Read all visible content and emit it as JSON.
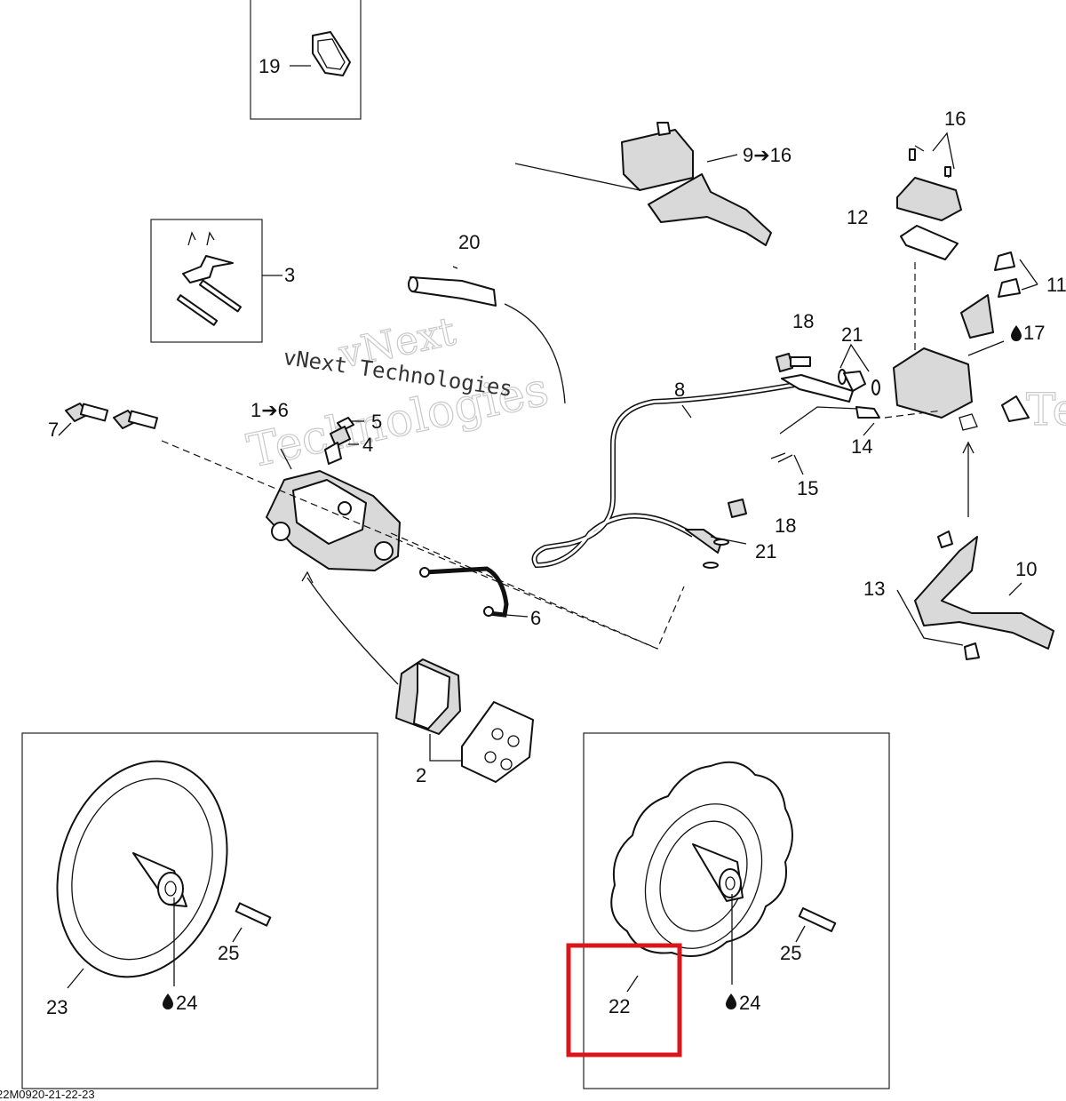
{
  "watermark": {
    "line1": "vNext",
    "line2": "Technologies",
    "line3": "vNext Technologies",
    "edge": "Te"
  },
  "diagram_code": "22M0920-21-22-23",
  "highlight_color": "#d9161c",
  "callouts": [
    {
      "id": "c19",
      "text": "19"
    },
    {
      "id": "c3",
      "text": "3"
    },
    {
      "id": "c7",
      "text": "7"
    },
    {
      "id": "c1to6",
      "text": "1➔6"
    },
    {
      "id": "c5",
      "text": "5"
    },
    {
      "id": "c4",
      "text": "4"
    },
    {
      "id": "c6",
      "text": "6"
    },
    {
      "id": "c2",
      "text": "2"
    },
    {
      "id": "c20",
      "text": "20"
    },
    {
      "id": "c9to16",
      "text": "9➔16"
    },
    {
      "id": "c16",
      "text": "16"
    },
    {
      "id": "c12",
      "text": "12"
    },
    {
      "id": "c11",
      "text": "11"
    },
    {
      "id": "c17",
      "text": "17"
    },
    {
      "id": "c18a",
      "text": "18"
    },
    {
      "id": "c21a",
      "text": "21"
    },
    {
      "id": "c8",
      "text": "8"
    },
    {
      "id": "c14",
      "text": "14"
    },
    {
      "id": "c15",
      "text": "15"
    },
    {
      "id": "c18b",
      "text": "18"
    },
    {
      "id": "c21b",
      "text": "21"
    },
    {
      "id": "c13",
      "text": "13"
    },
    {
      "id": "c10",
      "text": "10"
    },
    {
      "id": "c23",
      "text": "23"
    },
    {
      "id": "c24a",
      "text": "24"
    },
    {
      "id": "c25a",
      "text": "25"
    },
    {
      "id": "c22",
      "text": "22"
    },
    {
      "id": "c24b",
      "text": "24"
    },
    {
      "id": "c25b",
      "text": "25"
    }
  ]
}
